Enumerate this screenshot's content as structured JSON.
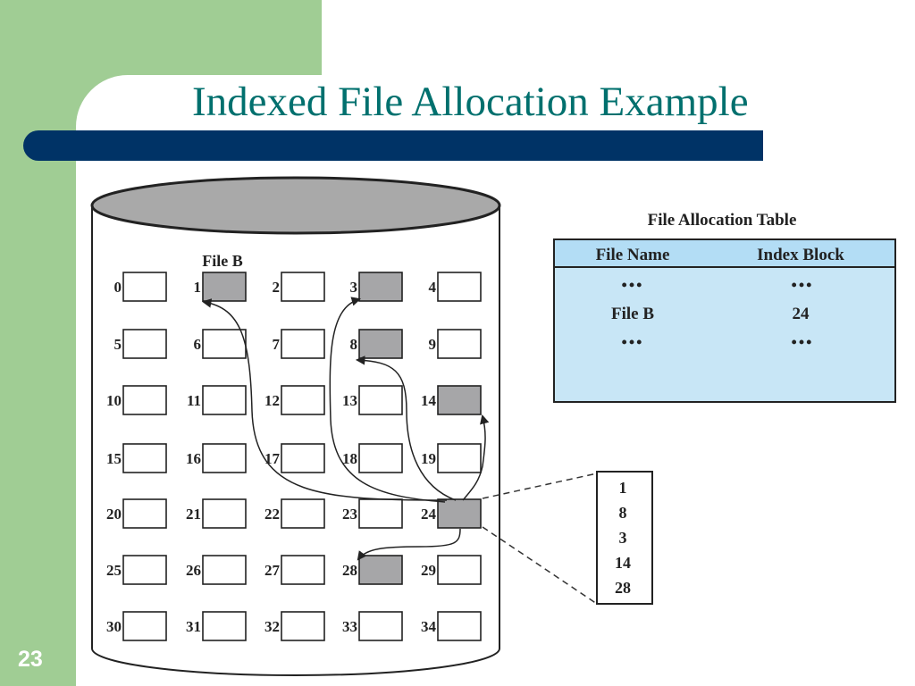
{
  "slide": {
    "title": "Indexed File Allocation Example",
    "number": "23"
  },
  "colors": {
    "title": "#00706e",
    "accent_bar": "#003366",
    "side_bar": "#a0cd94",
    "table_fill": "#c8e6f6",
    "table_header_fill": "#b3ddf5",
    "allocated_block": "#a6a6a8",
    "disk_top": "#a9a9a9"
  },
  "disk": {
    "file_label": "File B",
    "blocks": [
      {
        "label": "0",
        "filled": false
      },
      {
        "label": "1",
        "filled": true
      },
      {
        "label": "2",
        "filled": false
      },
      {
        "label": "3",
        "filled": true
      },
      {
        "label": "4",
        "filled": false
      },
      {
        "label": "5",
        "filled": false
      },
      {
        "label": "6",
        "filled": false
      },
      {
        "label": "7",
        "filled": false
      },
      {
        "label": "8",
        "filled": true
      },
      {
        "label": "9",
        "filled": false
      },
      {
        "label": "10",
        "filled": false
      },
      {
        "label": "11",
        "filled": false
      },
      {
        "label": "12",
        "filled": false
      },
      {
        "label": "13",
        "filled": false
      },
      {
        "label": "14",
        "filled": true
      },
      {
        "label": "15",
        "filled": false
      },
      {
        "label": "16",
        "filled": false
      },
      {
        "label": "17",
        "filled": false
      },
      {
        "label": "18",
        "filled": false
      },
      {
        "label": "19",
        "filled": false
      },
      {
        "label": "20",
        "filled": false
      },
      {
        "label": "21",
        "filled": false
      },
      {
        "label": "22",
        "filled": false
      },
      {
        "label": "23",
        "filled": false
      },
      {
        "label": "24",
        "filled": true
      },
      {
        "label": "25",
        "filled": false
      },
      {
        "label": "26",
        "filled": false
      },
      {
        "label": "27",
        "filled": false
      },
      {
        "label": "28",
        "filled": true
      },
      {
        "label": "29",
        "filled": false
      },
      {
        "label": "30",
        "filled": false
      },
      {
        "label": "31",
        "filled": false
      },
      {
        "label": "32",
        "filled": false
      },
      {
        "label": "33",
        "filled": false
      },
      {
        "label": "34",
        "filled": false
      }
    ]
  },
  "fat": {
    "title": "File Allocation Table",
    "headers": [
      "File Name",
      "Index Block"
    ],
    "rows": [
      [
        "•••",
        "•••"
      ],
      [
        "File B",
        "24"
      ],
      [
        "•••",
        "•••"
      ]
    ]
  },
  "index_block": {
    "entries": [
      "1",
      "8",
      "3",
      "14",
      "28"
    ]
  }
}
